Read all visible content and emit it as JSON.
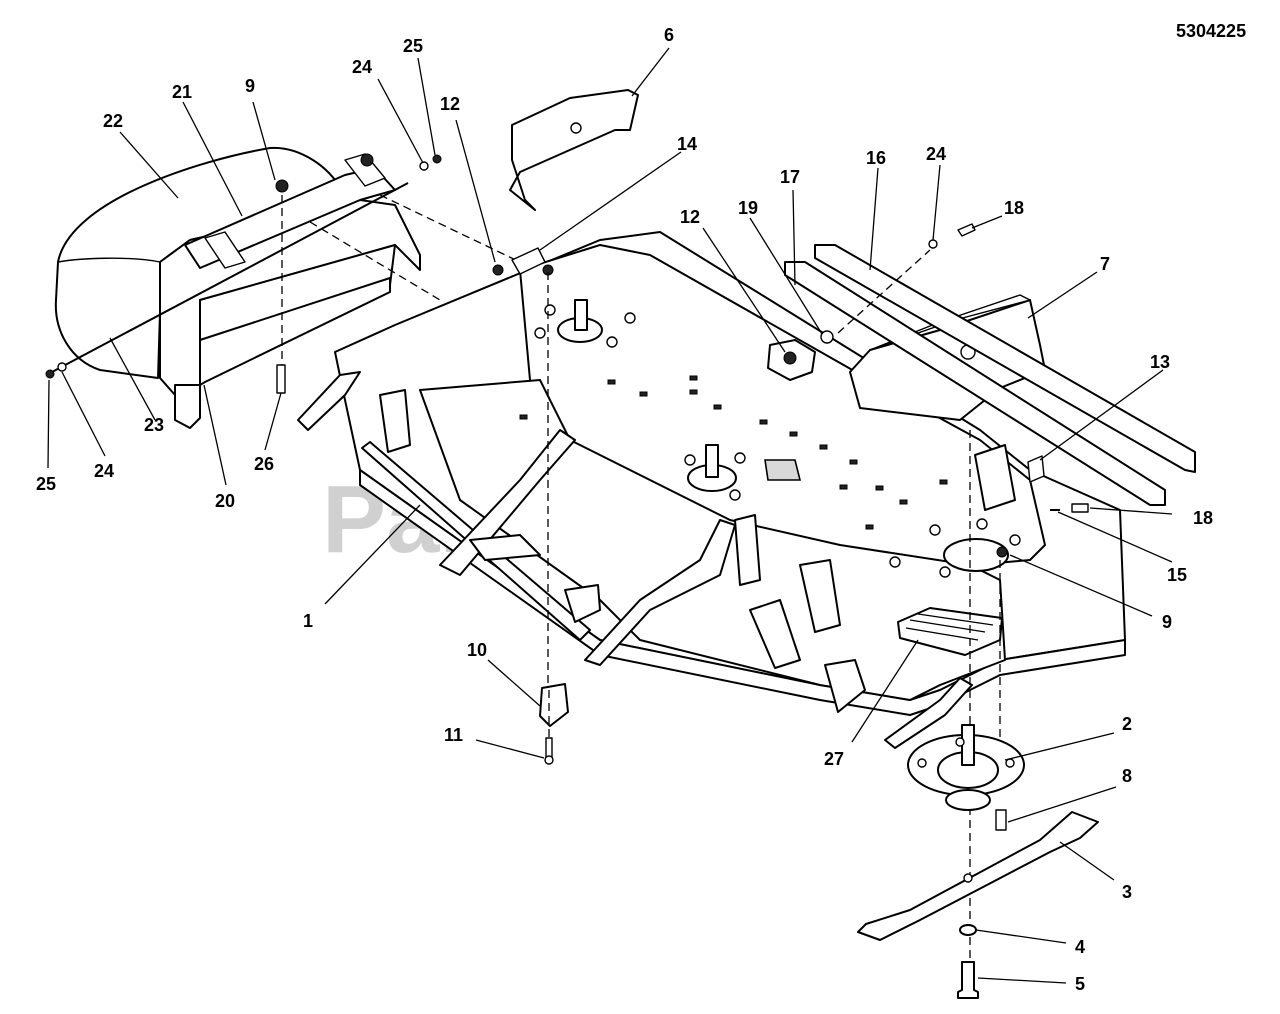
{
  "document_number": "5304225",
  "watermark": {
    "text": "PartsTree",
    "mark": "™"
  },
  "callouts": [
    {
      "id": "c1",
      "label": "1"
    },
    {
      "id": "c2",
      "label": "2"
    },
    {
      "id": "c3",
      "label": "3"
    },
    {
      "id": "c4",
      "label": "4"
    },
    {
      "id": "c5",
      "label": "5"
    },
    {
      "id": "c6",
      "label": "6"
    },
    {
      "id": "c7",
      "label": "7"
    },
    {
      "id": "c8",
      "label": "8"
    },
    {
      "id": "c9a",
      "label": "9"
    },
    {
      "id": "c9b",
      "label": "9"
    },
    {
      "id": "c10",
      "label": "10"
    },
    {
      "id": "c11",
      "label": "11"
    },
    {
      "id": "c12a",
      "label": "12"
    },
    {
      "id": "c12b",
      "label": "12"
    },
    {
      "id": "c13",
      "label": "13"
    },
    {
      "id": "c14",
      "label": "14"
    },
    {
      "id": "c15",
      "label": "15"
    },
    {
      "id": "c16",
      "label": "16"
    },
    {
      "id": "c17",
      "label": "17"
    },
    {
      "id": "c18a",
      "label": "18"
    },
    {
      "id": "c18b",
      "label": "18"
    },
    {
      "id": "c19",
      "label": "19"
    },
    {
      "id": "c20",
      "label": "20"
    },
    {
      "id": "c21",
      "label": "21"
    },
    {
      "id": "c22",
      "label": "22"
    },
    {
      "id": "c23",
      "label": "23"
    },
    {
      "id": "c24a",
      "label": "24"
    },
    {
      "id": "c24b",
      "label": "24"
    },
    {
      "id": "c24c",
      "label": "24"
    },
    {
      "id": "c25a",
      "label": "25"
    },
    {
      "id": "c25b",
      "label": "25"
    },
    {
      "id": "c26",
      "label": "26"
    },
    {
      "id": "c27",
      "label": "27"
    }
  ]
}
